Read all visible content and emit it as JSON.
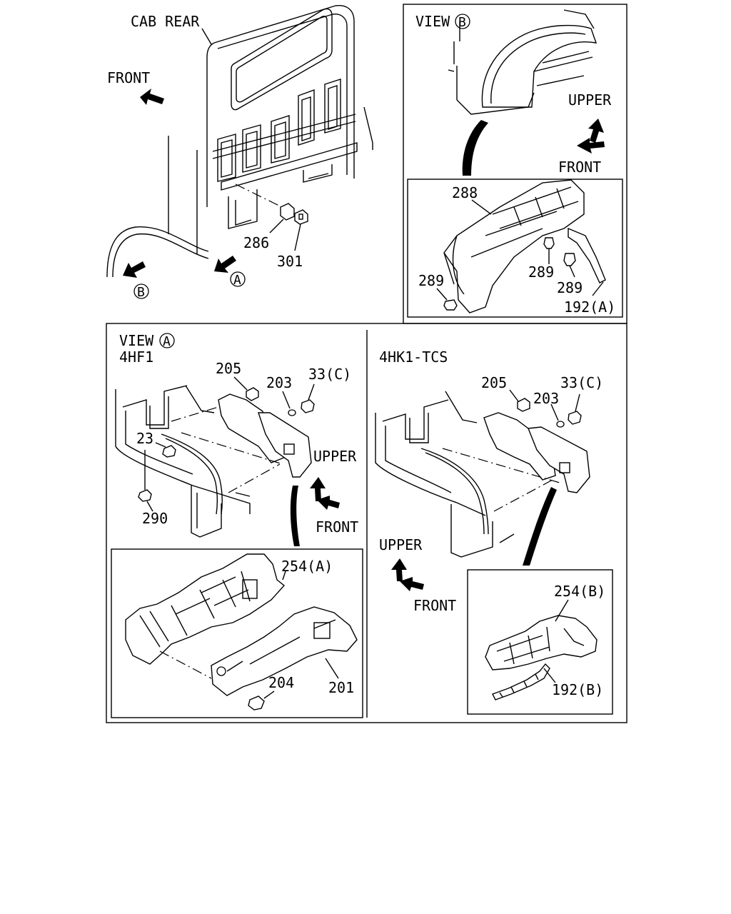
{
  "diagram": {
    "top_left": {
      "title": "CAB REAR",
      "front_label": "FRONT",
      "view_a_marker": "A",
      "view_b_marker": "B",
      "part_numbers": [
        "286",
        "301"
      ]
    },
    "view_b": {
      "title": "VIEW",
      "marker": "B",
      "upper_label": "UPPER",
      "front_label": "FRONT",
      "part_numbers": [
        "288",
        "289",
        "289",
        "289",
        "192(A)"
      ]
    },
    "view_a": {
      "title": "VIEW",
      "marker": "A",
      "variant_left": "4HF1",
      "variant_right": "4HK1-TCS",
      "left": {
        "part_numbers": [
          "205",
          "203",
          "33(C)",
          "23",
          "290"
        ],
        "upper_label": "UPPER",
        "front_label": "FRONT",
        "detail_parts": [
          "254(A)",
          "204",
          "201"
        ]
      },
      "right": {
        "part_numbers": [
          "205",
          "203",
          "33(C)"
        ],
        "upper_label": "UPPER",
        "front_label": "FRONT",
        "detail_parts": [
          "254(B)",
          "192(B)"
        ]
      }
    }
  }
}
